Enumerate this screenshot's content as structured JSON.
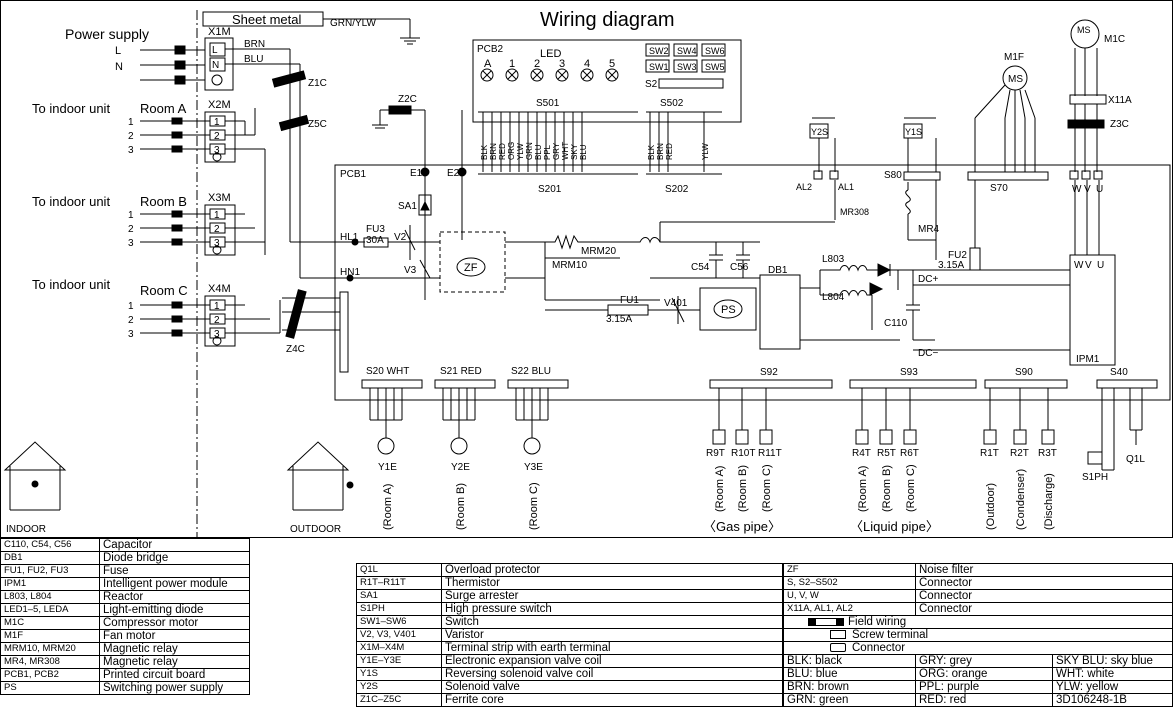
{
  "title": "Wiring diagram",
  "top": {
    "power_supply": "Power supply",
    "sheet_metal": "Sheet metal",
    "grn_ylw": "GRN/YLW",
    "L": "L",
    "N": "N",
    "indoor_units": [
      {
        "label": "To indoor unit",
        "room": "Room A",
        "terminal": "X2M"
      },
      {
        "label": "To indoor unit",
        "room": "Room B",
        "terminal": "X3M"
      },
      {
        "label": "To indoor unit",
        "room": "Room C",
        "terminal": "X4M"
      }
    ],
    "x1m": "X1M"
  },
  "components": {
    "pcb1": "PCB1",
    "pcb2": "PCB2",
    "led": "LED",
    "sw": [
      "SW2",
      "SW4",
      "SW6",
      "SW1",
      "SW3",
      "SW5"
    ],
    "led_labels": [
      "A",
      "1",
      "2",
      "3",
      "4",
      "5"
    ],
    "s501": "S501",
    "s502": "S502",
    "s202": "S202",
    "s2": "S2",
    "z1c": "Z1C",
    "z2c": "Z2C",
    "z3c": "Z3C",
    "z4c": "Z4C",
    "z5c": "Z5C",
    "e1": "E1",
    "e2": "E2",
    "sa1": "SA1",
    "fu3": "FU3",
    "fu3_rating": "30A",
    "v2": "V2",
    "v3": "V3",
    "hl1": "HL1",
    "hn1": "HN1",
    "zf": "ZF",
    "mrm20": "MRM20",
    "mrm10": "MRM10",
    "c54": "C54",
    "c56": "C56",
    "fu1": "FU1",
    "fu1_rating": "3.15A",
    "v401": "V401",
    "ps": "PS",
    "db1": "DB1",
    "l803": "L803",
    "l804": "L804",
    "c110": "C110",
    "dcp": "DC+",
    "dcm": "DC−",
    "fu2": "FU2",
    "fu2_rating": "3.15A",
    "ipm1": "IPM1",
    "y2s": "Y2S",
    "y1s": "Y1S",
    "al2": "AL2",
    "al1": "AL1",
    "mr308": "MR308",
    "s80": "S80",
    "mr4": "MR4",
    "s70": "S70",
    "m1f": "M1F",
    "m1c": "M1C",
    "x11a": "X11A",
    "ms": "MS",
    "wvu": [
      "W",
      "V",
      "U"
    ],
    "s20": "S20 WHT",
    "s21": "S21 RED",
    "s22": "S22 BLU",
    "y1e": "Y1E",
    "y2e": "Y2E",
    "y3e": "Y3E",
    "room_a": "(Room A)",
    "room_b": "(Room B)",
    "room_c": "(Room C)",
    "s92": "S92",
    "s93": "S93",
    "s90": "S90",
    "s40": "S40",
    "r9t": "R9T",
    "r10t": "R10T",
    "r11t": "R11T",
    "r4t": "R4T",
    "r5t": "R5T",
    "r6t": "R6T",
    "r1t": "R1T",
    "r2t": "R2T",
    "r3t": "R3T",
    "gas_pipe": "〈Gas pipe〉",
    "liquid_pipe": "〈Liquid pipe〉",
    "outdoor": "(Outdoor)",
    "condenser": "(Condenser)",
    "discharge": "(Discharge)",
    "s1ph": "S1PH",
    "q1l": "Q1L",
    "indoor": "INDOOR",
    "outdoor_unit": "OUTDOOR",
    "wire_colors": {
      "s501": [
        "BLK",
        "BRN",
        "RED",
        "ORG",
        "YLW",
        "GRN",
        "BLU",
        "PPL",
        "GRY",
        "WHT",
        "SKY",
        "BLU"
      ],
      "s502": [
        "BLK",
        "BRN",
        "RED",
        "YLW"
      ]
    }
  },
  "legend": {
    "col1": [
      {
        "code": "C110, C54, C56",
        "name": "Capacitor"
      },
      {
        "code": "DB1",
        "name": "Diode bridge"
      },
      {
        "code": "FU1, FU2, FU3",
        "name": "Fuse"
      },
      {
        "code": "IPM1",
        "name": "Intelligent power module"
      },
      {
        "code": "L803, L804",
        "name": "Reactor"
      },
      {
        "code": "LED1–5, LEDA",
        "name": "Light-emitting diode"
      },
      {
        "code": "M1C",
        "name": "Compressor motor"
      },
      {
        "code": "M1F",
        "name": "Fan motor"
      },
      {
        "code": "MRM10, MRM20",
        "name": "Magnetic relay"
      },
      {
        "code": "MR4, MR308",
        "name": "Magnetic relay"
      },
      {
        "code": "PCB1, PCB2",
        "name": "Printed circuit board"
      },
      {
        "code": "PS",
        "name": "Switching power supply"
      }
    ],
    "col2": [
      {
        "code": "Q1L",
        "name": "Overload protector"
      },
      {
        "code": "R1T–R11T",
        "name": "Thermistor"
      },
      {
        "code": "SA1",
        "name": "Surge arrester"
      },
      {
        "code": "S1PH",
        "name": "High pressure switch"
      },
      {
        "code": "SW1–SW6",
        "name": "Switch"
      },
      {
        "code": "V2, V3, V401",
        "name": "Varistor"
      },
      {
        "code": "X1M–X4M",
        "name": "Terminal strip with earth terminal"
      },
      {
        "code": "Y1E–Y3E",
        "name": "Electronic expansion valve coil"
      },
      {
        "code": "Y1S",
        "name": "Reversing solenoid valve coil"
      },
      {
        "code": "Y2S",
        "name": "Solenoid valve"
      },
      {
        "code": "Z1C–Z5C",
        "name": "Ferrite core"
      }
    ],
    "col3": [
      {
        "code": "ZF",
        "name": "Noise filter"
      },
      {
        "code": "S, S2–S502",
        "name": "Connector"
      },
      {
        "code": "U, V, W",
        "name": "Connector"
      },
      {
        "code": "X11A, AL1, AL2",
        "name": "Connector"
      }
    ],
    "symbols": [
      {
        "name": "Field wiring"
      },
      {
        "name": "Screw terminal"
      },
      {
        "name": "Connector"
      }
    ],
    "colors": [
      [
        "BLK: black",
        "GRY: grey",
        "SKY BLU: sky blue"
      ],
      [
        "BLU: blue",
        "ORG: orange",
        "WHT: white"
      ],
      [
        "BRN: brown",
        "PPL: purple",
        "YLW: yellow"
      ],
      [
        "GRN: green",
        "RED: red",
        "3D106248-1B"
      ]
    ]
  }
}
